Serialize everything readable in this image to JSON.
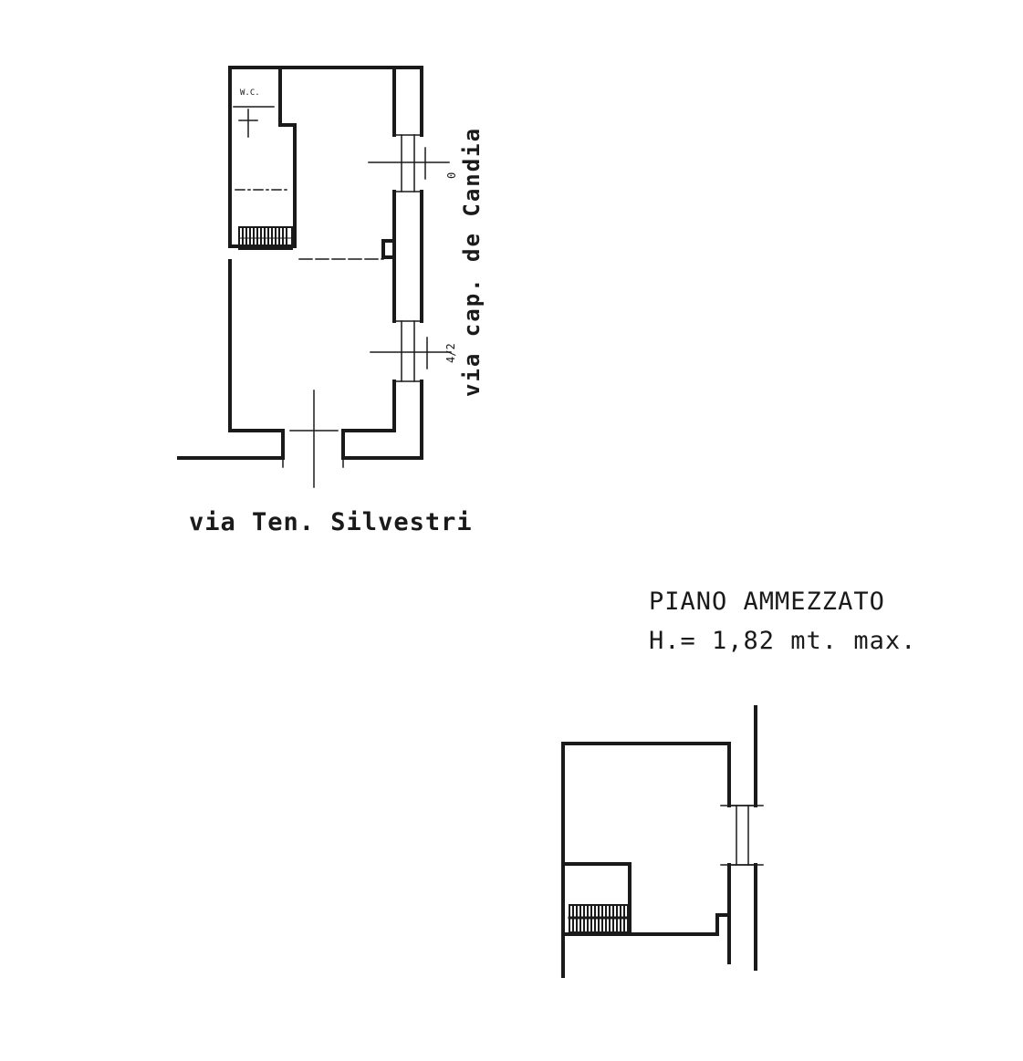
{
  "labels": {
    "street_bottom": "via Ten. Silvestri",
    "street_side": "via cap. de Candia",
    "floor_title": "PIANO AMMEZZATO",
    "floor_height": "H.= 1,82 mt. max.",
    "measure_1": "0",
    "measure_2": "4/2",
    "wc": "W.C."
  },
  "colors": {
    "ink": "#1a1a1a",
    "paper": "#ffffff"
  }
}
